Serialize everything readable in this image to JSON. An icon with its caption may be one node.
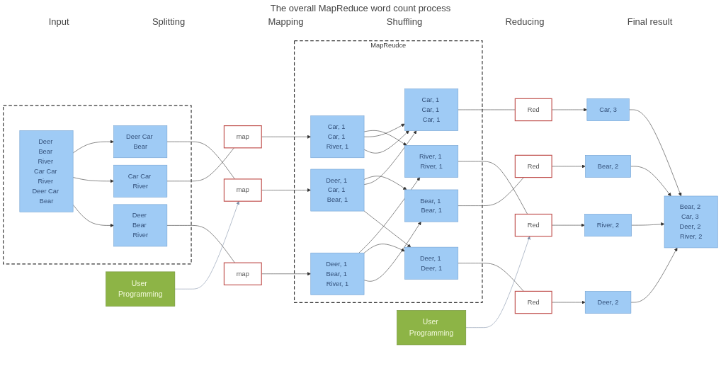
{
  "diagram": {
    "title": "The overall MapReduce word count process",
    "nodes": [
      {
        "text": [],
        "shape": "box"
      },
      {
        "text": [
          "Deer Bear River Car Car River Deer Car Bear"
        ],
        "in": 0
      },
      {
        "text": [
          "Deer Bear River"
        ],
        "in": 0
      },
      {
        "text": [
          "Car Car River"
        ],
        "in": 0
      },
      {
        "text": [
          "Deer Car Bear"
        ],
        "in": 0
      },
      {
        "text": [
          "map"
        ]
      },
      {
        "text": [
          "map"
        ]
      },
      {
        "text": [
          "map"
        ]
      },
      {
        "text": [
          "MapReudce"
        ]
      },
      {
        "text": [
          "Deer, 1 Bear, 1 River, 1"
        ],
        "in": 8
      },
      {
        "text": [
          "Car, 1 Car, 1 River, 1"
        ],
        "in": 8
      },
      {
        "text": [
          "Deer, 1 Car, 1 Bear, 1"
        ],
        "in": 8
      },
      {
        "text": [
          "Bear, 1 Bear, 1"
        ],
        "in": 8
      },
      {
        "text": [
          "Car, 1 Car, 1 Car, 1"
        ],
        "in": 8
      },
      {
        "text": [
          "Deer, 1 Deer, 1"
        ],
        "in": 8
      },
      {
        "text": [
          "River, 1 River, 1"
        ],
        "in": 8
      },
      {
        "text": [
          "Red"
        ]
      },
      {
        "text": [
          "Red"
        ]
      },
      {
        "text": [
          "Red"
        ]
      },
      {
        "text": [
          "Red"
        ]
      },
      {
        "text": [
          "Bear, 2"
        ]
      },
      {
        "text": [
          "Car, 3"
        ]
      },
      {
        "text": [
          "Deer, 2"
        ]
      },
      {
        "text": [
          "River, 2"
        ]
      },
      {
        "text": [
          "Bear, 2 Car, 3 Deer, 2 River, 2"
        ]
      },
      {
        "text": [
          "User Programming"
        ]
      },
      {
        "text": [
          "User Programming"
        ]
      }
    ],
    "edges": [
      {
        "from": 1,
        "to": 2,
        "arrow": "to"
      },
      {
        "from": 1,
        "to": 3,
        "arrow": "to"
      },
      {
        "from": 1,
        "to": 4,
        "arrow": "to"
      },
      {
        "from": 2,
        "to": 5,
        "arrow": "none"
      },
      {
        "from": 3,
        "to": 6,
        "arrow": "none"
      },
      {
        "from": 4,
        "to": 7,
        "arrow": "none"
      },
      {
        "from": 5,
        "to": 9,
        "arrow": "to"
      },
      {
        "from": 6,
        "to": 10,
        "arrow": "to"
      },
      {
        "from": 7,
        "to": 11,
        "arrow": "to"
      },
      {
        "from": 9,
        "to": 12,
        "arrow": "to"
      },
      {
        "from": 9,
        "to": 14,
        "arrow": "to"
      },
      {
        "from": 9,
        "to": 15,
        "arrow": "to"
      },
      {
        "from": 10,
        "to": 13,
        "arrow": "to"
      },
      {
        "from": 10,
        "to": 13,
        "arrow": "to"
      },
      {
        "from": 10,
        "to": 15,
        "arrow": "to"
      },
      {
        "from": 11,
        "to": 14,
        "arrow": "to"
      },
      {
        "from": 11,
        "to": 13,
        "arrow": "to"
      },
      {
        "from": 11,
        "to": 12,
        "arrow": "to"
      },
      {
        "from": 12,
        "to": 16,
        "arrow": "none"
      },
      {
        "from": 13,
        "to": 17,
        "arrow": "none"
      },
      {
        "from": 14,
        "to": 18,
        "arrow": "none"
      },
      {
        "from": 15,
        "to": 19,
        "arrow": "none"
      },
      {
        "from": 16,
        "to": 20,
        "arrow": "to"
      },
      {
        "from": 17,
        "to": 21,
        "arrow": "to"
      },
      {
        "from": 18,
        "to": 22,
        "arrow": "to"
      },
      {
        "from": 19,
        "to": 23,
        "arrow": "to"
      },
      {
        "from": 20,
        "to": 24,
        "arrow": "to"
      },
      {
        "from": 21,
        "to": 24,
        "arrow": "to"
      },
      {
        "from": 22,
        "to": 24,
        "arrow": "to"
      },
      {
        "from": 23,
        "to": 24,
        "arrow": "to"
      },
      {
        "from": 25,
        "to": 7,
        "arrow": "to",
        "color": "#8090a8"
      },
      {
        "from": 26,
        "to": 19,
        "arrow": "to",
        "color": "#8090a8"
      }
    ],
    "labels": [
      "Input",
      "Splitting",
      "Mapping",
      "Shuffling",
      "Reducing",
      "Final result"
    ]
  }
}
